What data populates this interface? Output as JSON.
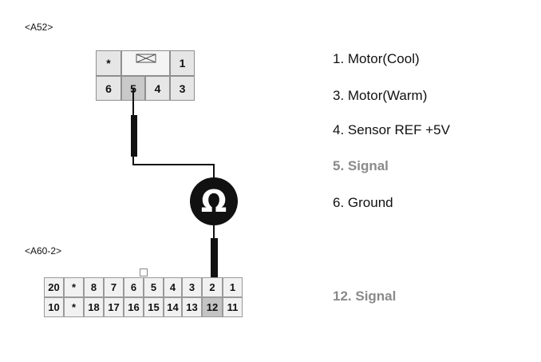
{
  "connector_a52": {
    "label": "<A52>",
    "top_row": [
      "*",
      "",
      "1"
    ],
    "bottom_row": [
      "6",
      "5",
      "4",
      "3"
    ]
  },
  "connector_a60": {
    "label": "<A60-2>",
    "top_row": [
      "20",
      "*",
      "8",
      "7",
      "6",
      "5",
      "4",
      "3",
      "2",
      "1"
    ],
    "bottom_row": [
      "10",
      "*",
      "18",
      "17",
      "16",
      "15",
      "14",
      "13",
      "12",
      "11"
    ]
  },
  "meter": {
    "symbol": "Ω",
    "icon": "ohm-meter-icon"
  },
  "legend": [
    {
      "text": "1. Motor(Cool)",
      "highlight": false
    },
    {
      "text": "3. Motor(Warm)",
      "highlight": false
    },
    {
      "text": "4. Sensor REF +5V",
      "highlight": false
    },
    {
      "text": "5. Signal",
      "highlight": true
    },
    {
      "text": "6. Ground",
      "highlight": false
    }
  ],
  "legend_a60": {
    "text": "12. Signal",
    "highlight": true
  },
  "colors": {
    "wire": "#111111",
    "highlight_text": "#8a8a8a",
    "pin_highlight": "#c4c4c4"
  }
}
